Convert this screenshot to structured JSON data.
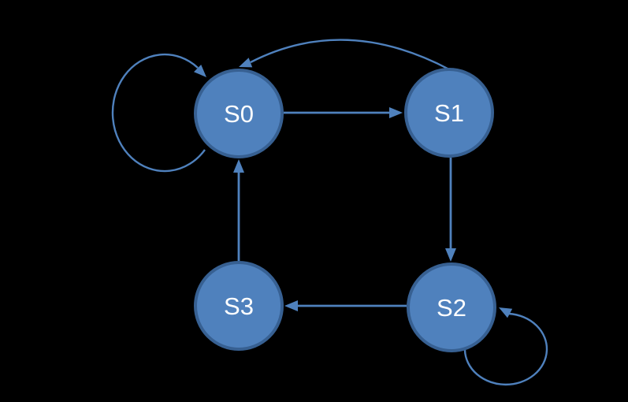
{
  "diagram": {
    "type": "state-machine",
    "colors": {
      "background": "#000000",
      "node_fill": "#4f81bd",
      "node_border": "#376092",
      "edge": "#4f81bd",
      "label": "#ffffff"
    },
    "states": [
      {
        "id": "S0",
        "label": "S0"
      },
      {
        "id": "S1",
        "label": "S1"
      },
      {
        "id": "S2",
        "label": "S2"
      },
      {
        "id": "S3",
        "label": "S3"
      }
    ],
    "edges": [
      {
        "from": "S0",
        "to": "S1",
        "style": "straight"
      },
      {
        "from": "S1",
        "to": "S2",
        "style": "straight"
      },
      {
        "from": "S2",
        "to": "S3",
        "style": "straight"
      },
      {
        "from": "S3",
        "to": "S0",
        "style": "straight"
      },
      {
        "from": "S1",
        "to": "S0",
        "style": "curved-top"
      },
      {
        "from": "S0",
        "to": "S0",
        "style": "self-loop-left"
      },
      {
        "from": "S2",
        "to": "S2",
        "style": "self-loop-bottom-right"
      }
    ]
  }
}
